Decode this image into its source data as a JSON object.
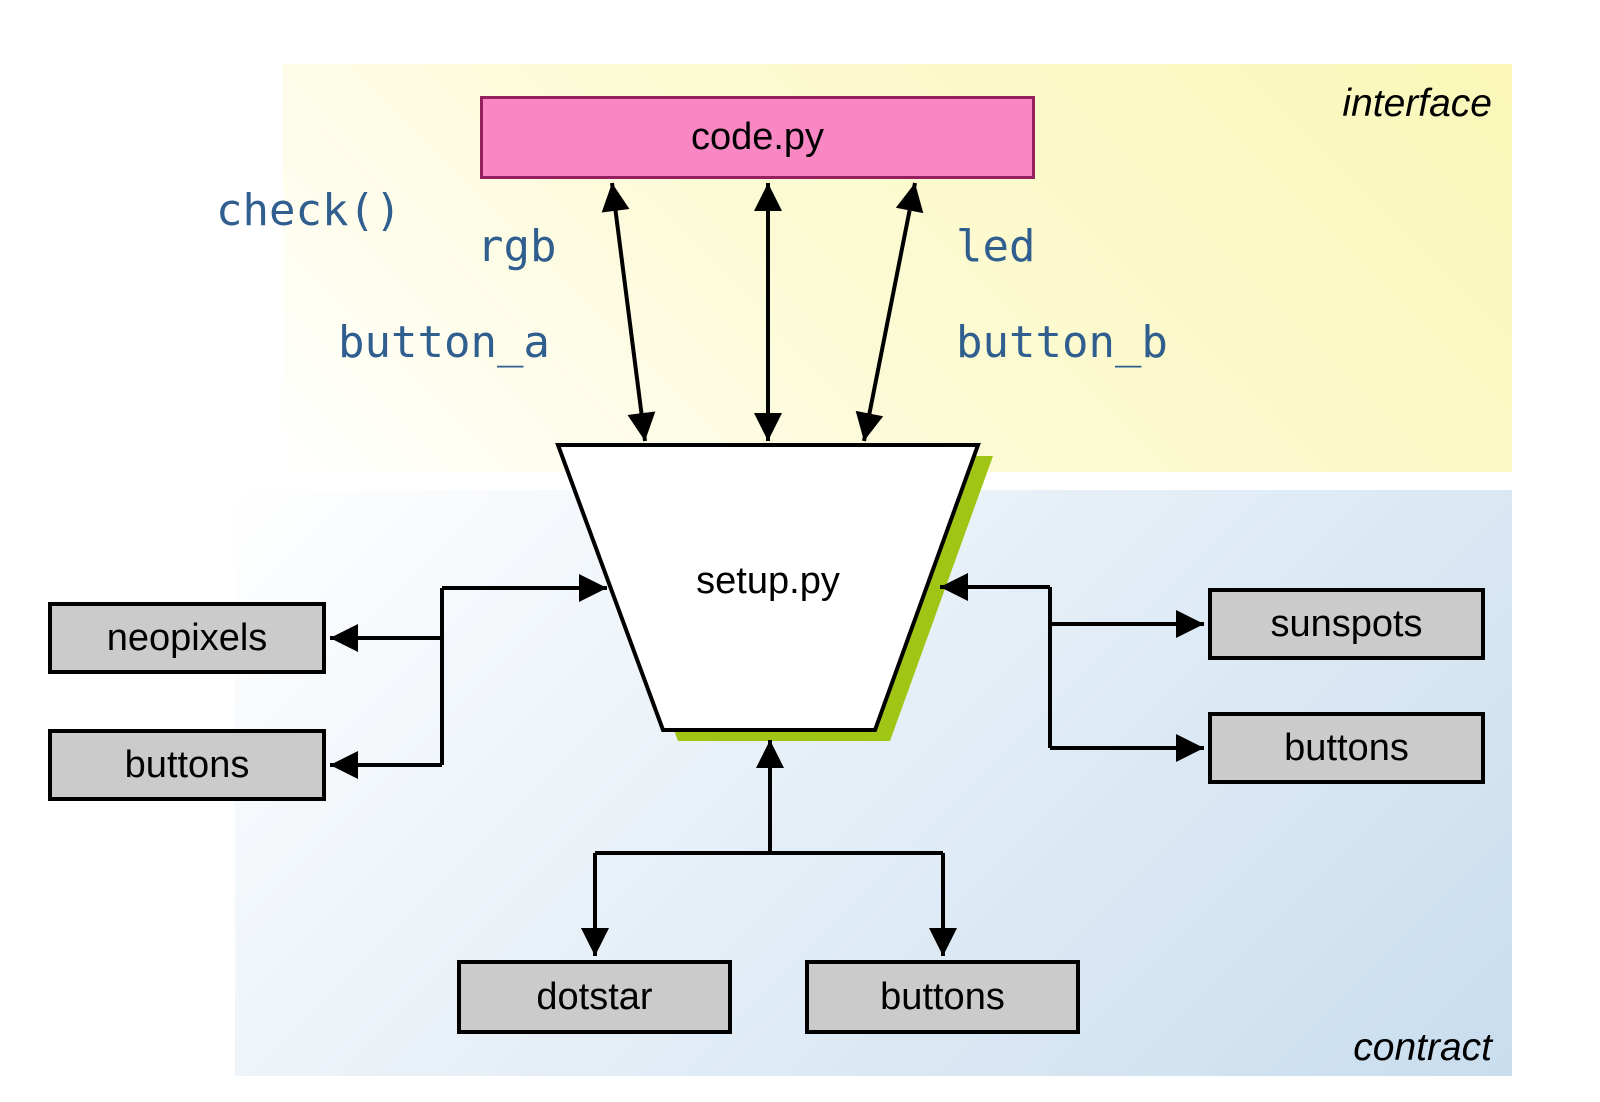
{
  "regions": {
    "interface": {
      "label": "interface"
    },
    "contract": {
      "label": "contract"
    }
  },
  "nodes": {
    "code": {
      "label": "code.py"
    },
    "setup": {
      "label": "setup.py"
    },
    "neopixels": {
      "label": "neopixels"
    },
    "buttons_left": {
      "label": "buttons"
    },
    "sunspots": {
      "label": "sunspots"
    },
    "buttons_right": {
      "label": "buttons"
    },
    "dotstar": {
      "label": "dotstar"
    },
    "buttons_bottom": {
      "label": "buttons"
    }
  },
  "annotations": {
    "check": "check()",
    "rgb": "rgb",
    "button_a": "button_a",
    "led": "led",
    "button_b": "button_b"
  },
  "edges": [
    "code.py <-> setup.py : three double-headed arrows",
    "left trunk: arrow into setup.py left edge, arrows into neopixels and buttons",
    "right trunk: arrow into setup.py right edge, arrows into sunspots and buttons",
    "bottom trunk: arrow up into setup.py bottom, arrows down into dotstar and buttons"
  ],
  "colors": {
    "pink_fill": "#f987c4",
    "pink_border": "#942060",
    "green_shadow": "#a0c515",
    "gray_fill": "#cbcbcb",
    "gray_border": "#000000",
    "code_blue": "#2f5e8f",
    "yellow_strong": "#faf7b8",
    "yellow_mid": "#fcfad4",
    "blue_strong": "#c8ddee",
    "blue_mid": "#e9f1f8",
    "line_color": "#000000"
  }
}
